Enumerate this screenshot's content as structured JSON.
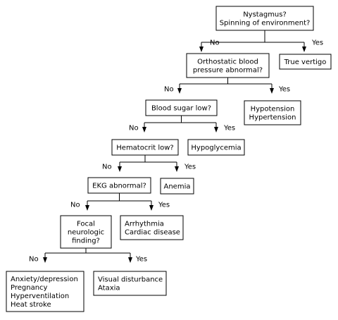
{
  "nodes": {
    "nystagmus": [
      "Nystagmus?",
      "Spinning of environment?"
    ],
    "true_vertigo": [
      "True vertigo"
    ],
    "orthostatic": [
      "Orthostatic blood",
      "pressure abnormal?"
    ],
    "hypo_hypertension": [
      "Hypotension",
      "Hypertension"
    ],
    "blood_sugar": [
      "Blood sugar low?"
    ],
    "hypoglycemia": [
      "Hypoglycemia"
    ],
    "hematocrit": [
      "Hematocrit low?"
    ],
    "anemia": [
      "Anemia"
    ],
    "ekg": [
      "EKG abnormal?"
    ],
    "arrhythmia": [
      "Arrhythmia",
      "Cardiac disease"
    ],
    "focal": [
      "Focal",
      "neurologic",
      "finding?"
    ],
    "anxiety": [
      "Anxiety/depression",
      "Pregnancy",
      "Hyperventilation",
      "Heat stroke"
    ],
    "visual": [
      "Visual disturbance",
      "Ataxia"
    ]
  },
  "branch_labels": {
    "no": "No",
    "yes": "Yes"
  }
}
